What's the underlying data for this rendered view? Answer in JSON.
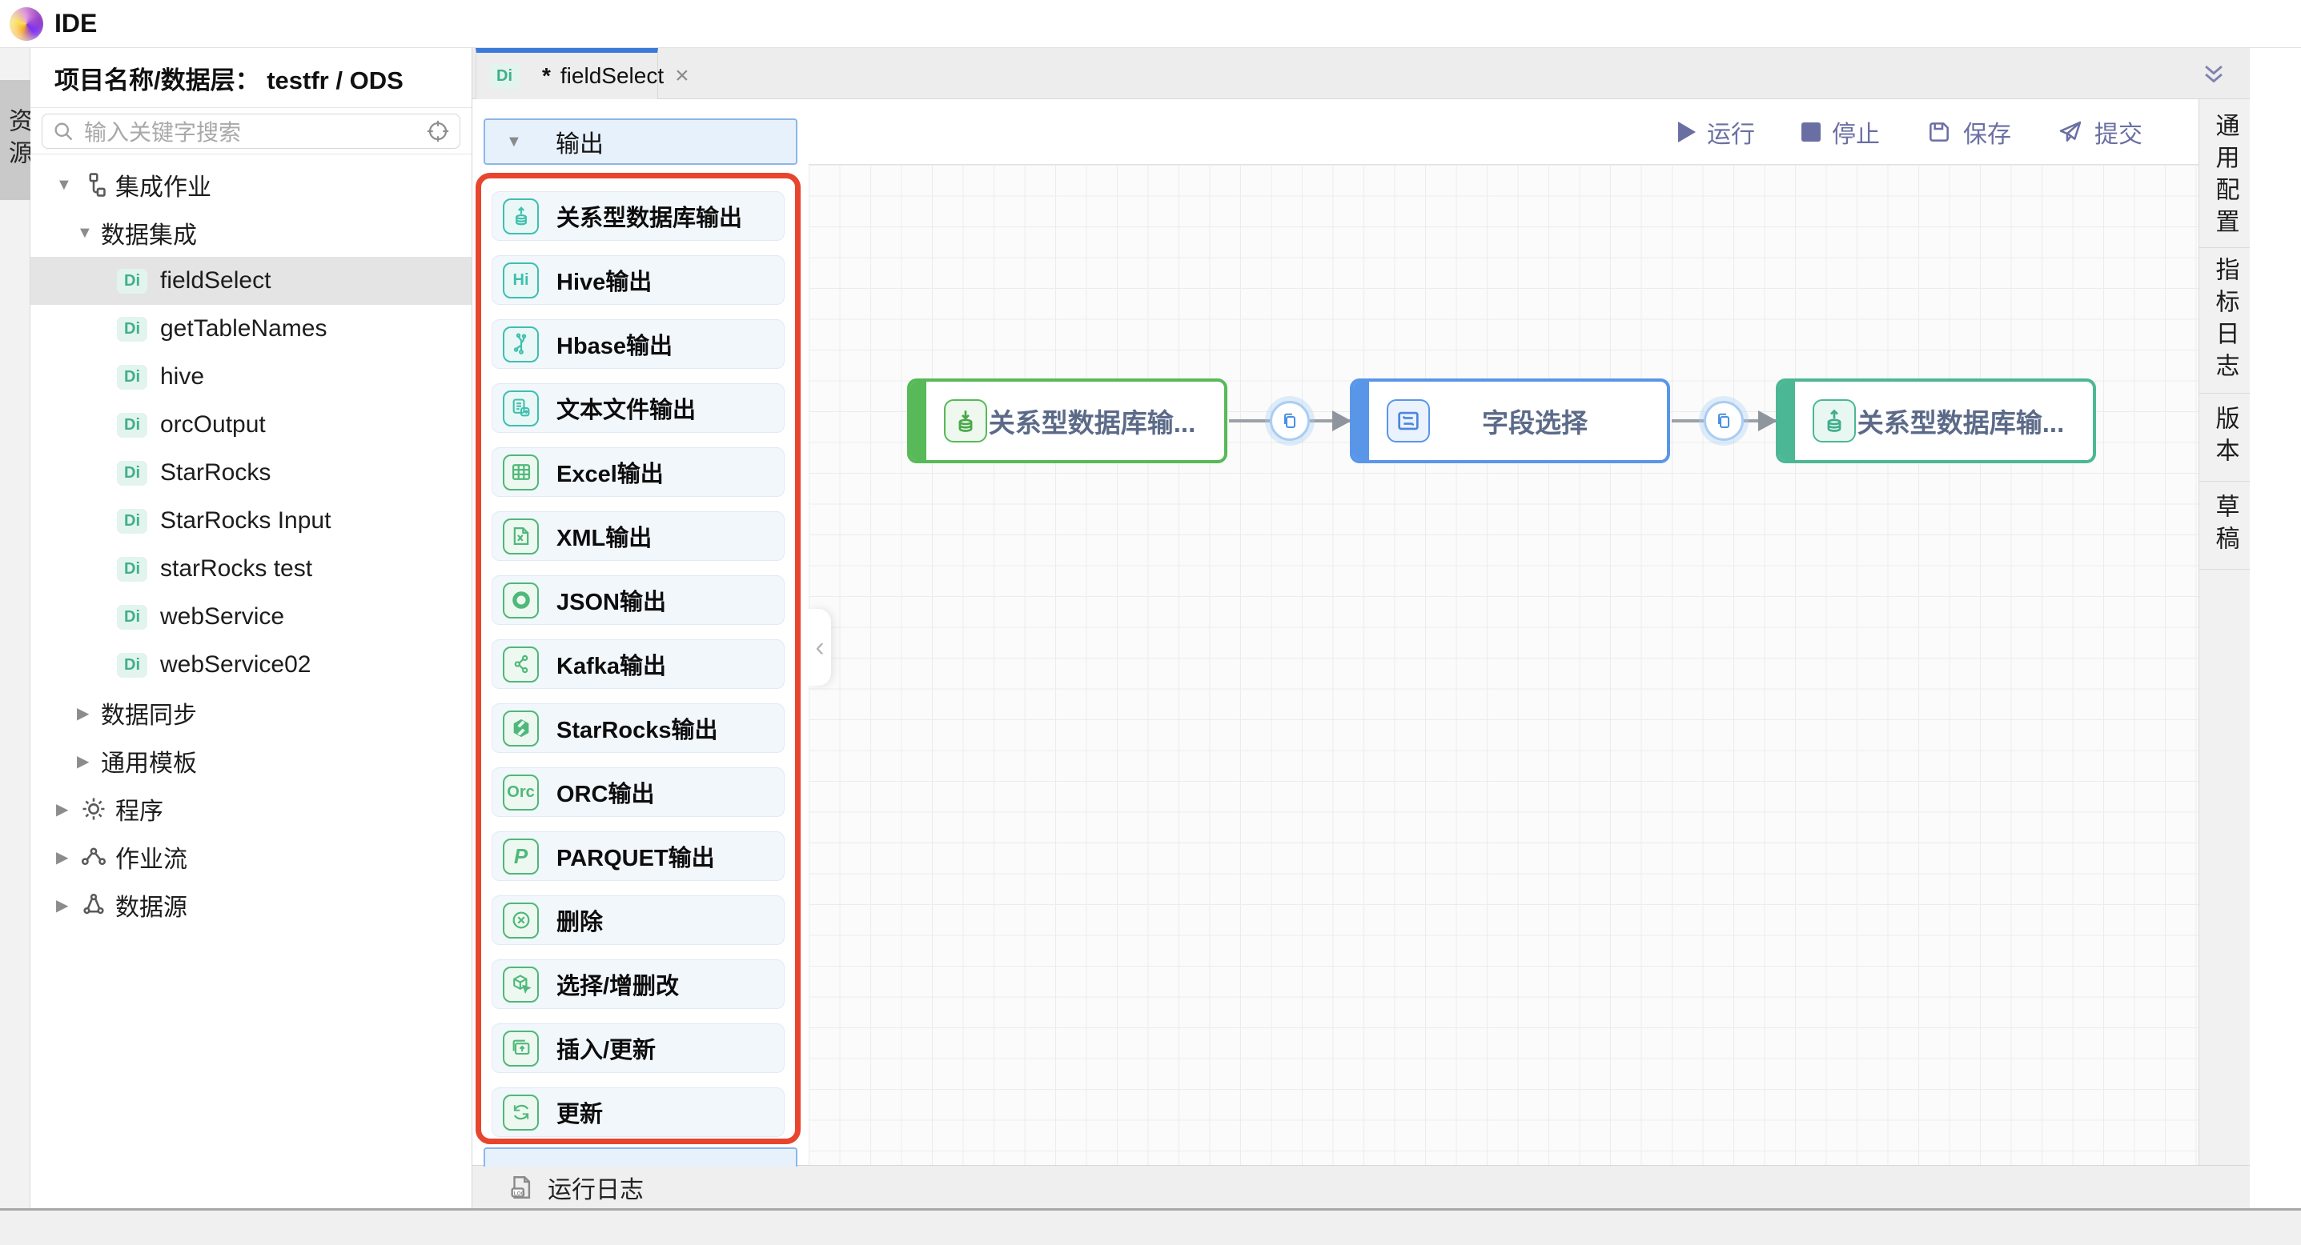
{
  "app": {
    "title": "IDE"
  },
  "left_strip": {
    "resources_tab": "资源"
  },
  "sidebar": {
    "header": "项目名称/数据层： testfr / ODS",
    "search_placeholder": "输入关键字搜索",
    "tree": [
      {
        "label": "集成作业",
        "level": 1,
        "expanded": true
      },
      {
        "label": "数据集成",
        "level": 2,
        "expanded": true
      },
      {
        "label": "fieldSelect",
        "level": 3,
        "badge": "Di",
        "selected": true
      },
      {
        "label": "getTableNames",
        "level": 3,
        "badge": "Di"
      },
      {
        "label": "hive",
        "level": 3,
        "badge": "Di"
      },
      {
        "label": "orcOutput",
        "level": 3,
        "badge": "Di"
      },
      {
        "label": "StarRocks",
        "level": 3,
        "badge": "Di"
      },
      {
        "label": "StarRocks Input",
        "level": 3,
        "badge": "Di"
      },
      {
        "label": "starRocks test",
        "level": 3,
        "badge": "Di"
      },
      {
        "label": "webService",
        "level": 3,
        "badge": "Di"
      },
      {
        "label": "webService02",
        "level": 3,
        "badge": "Di"
      },
      {
        "label": "数据同步",
        "level": 2,
        "expanded": false
      },
      {
        "label": "通用模板",
        "level": 2,
        "expanded": false
      },
      {
        "label": "程序",
        "level": 1,
        "expanded": false
      },
      {
        "label": "作业流",
        "level": 1,
        "expanded": false
      },
      {
        "label": "数据源",
        "level": 1,
        "expanded": false
      }
    ]
  },
  "tabs": {
    "active": {
      "badge": "Di",
      "dirty": "*",
      "label": "fieldSelect",
      "close": "×"
    }
  },
  "toolbar": {
    "run": "运行",
    "stop": "停止",
    "save": "保存",
    "submit": "提交"
  },
  "palette": {
    "group_label": "输出",
    "items": [
      {
        "label": "关系型数据库输出"
      },
      {
        "label": "Hive输出",
        "icon_text": "Hi"
      },
      {
        "label": "Hbase输出"
      },
      {
        "label": "文本文件输出"
      },
      {
        "label": "Excel输出"
      },
      {
        "label": "XML输出"
      },
      {
        "label": "JSON输出"
      },
      {
        "label": "Kafka输出"
      },
      {
        "label": "StarRocks输出"
      },
      {
        "label": "ORC输出",
        "icon_text": "Orc"
      },
      {
        "label": "PARQUET输出",
        "icon_text": "P"
      },
      {
        "label": "删除"
      },
      {
        "label": "选择/增删改"
      },
      {
        "label": "插入/更新"
      },
      {
        "label": "更新"
      }
    ]
  },
  "canvas": {
    "nodes": [
      {
        "label": "关系型数据库输...",
        "color": "green"
      },
      {
        "label": "字段选择",
        "color": "blue"
      },
      {
        "label": "关系型数据库输...",
        "color": "teal"
      }
    ]
  },
  "right_strip": {
    "items": [
      "通用配置",
      "指标日志",
      "版本",
      "草稿"
    ]
  },
  "bottom": {
    "run_log": "运行日志"
  },
  "colors": {
    "red_outline": "#E8452E",
    "blue_accent": "#4A90E2",
    "teal_icon": "#3FBFAE",
    "green_icon": "#4FB87A",
    "node_green": "#57B957",
    "node_blue": "#5A96E8",
    "node_teal": "#4CB794",
    "toolbar_indigo": "#6A6FA3",
    "badge_teal": "#3FB08A",
    "tab_active_top": "#3B7AD9"
  }
}
